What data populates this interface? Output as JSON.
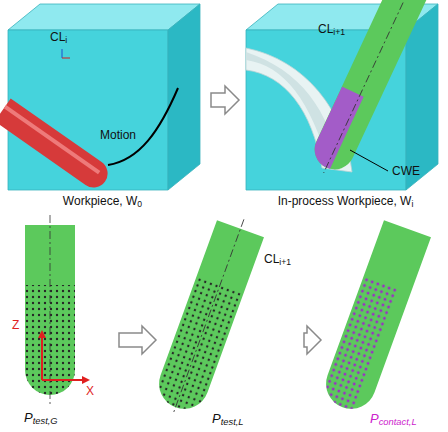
{
  "diagram": {
    "nodes": [
      {
        "text": [
          "CLi",
          "Motion",
          "Workpiece, W0"
        ]
      },
      {
        "text": [
          "CLi+1",
          "CWE",
          "In-process Workpiece, Wi"
        ]
      },
      {
        "text": [
          "Ptest,G"
        ]
      },
      {
        "text": [
          "CLi+1",
          "Ptest,L"
        ]
      },
      {
        "text": [
          "Pcontact,L"
        ]
      }
    ],
    "edges": [
      {
        "from": 0,
        "to": 1,
        "arrow": "to"
      },
      {
        "from": 2,
        "to": 3,
        "arrow": "to"
      },
      {
        "from": 3,
        "to": 4,
        "arrow": "to"
      }
    ],
    "labels": [
      "Z",
      "X"
    ]
  }
}
